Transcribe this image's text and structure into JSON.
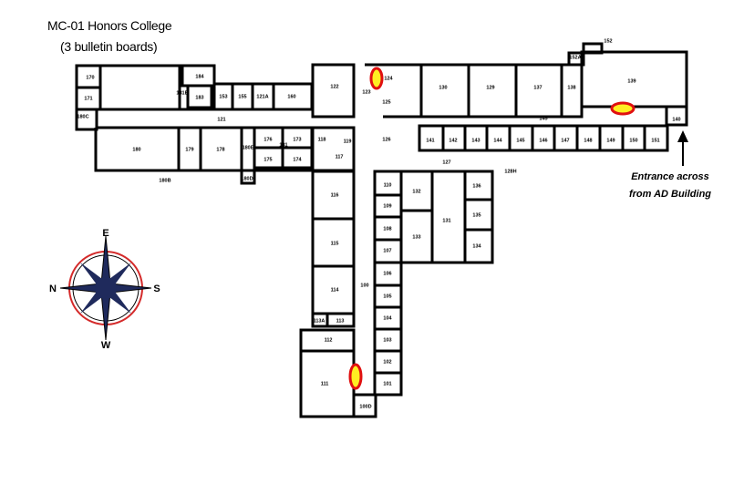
{
  "title": {
    "line1": "MC-01 Honors College",
    "line2": "(3 bulletin boards)"
  },
  "entrance_note": {
    "line1": "Entrance across",
    "line2": "from AD Building"
  },
  "compass": {
    "top": "E",
    "right": "S",
    "bottom": "W",
    "left": "N",
    "colors": {
      "star": "#1f2a5c",
      "ring": "#d42a2a",
      "outline": "#000000"
    }
  },
  "bulletin_board_colors": {
    "fill": "#ffee22",
    "stroke": "#e01010"
  },
  "bulletin_boards": [
    {
      "id": "bb-1",
      "near_room": "124"
    },
    {
      "id": "bb-2",
      "near_room": "139"
    },
    {
      "id": "bb-3",
      "near_room": "111"
    }
  ],
  "rooms": {
    "r170": "170",
    "r171": "171",
    "r184": "184",
    "r181b": "181B",
    "r183": "183",
    "r153": "153",
    "r155": "155",
    "r121a": "121A",
    "r160": "160",
    "r121": "121",
    "r180c": "180C",
    "r180": "180",
    "r179": "179",
    "r178": "178",
    "r180b": "180B",
    "r180e": "180E",
    "r176": "176",
    "r181": "181",
    "r175": "175",
    "r173": "173",
    "r174": "174",
    "r180d": "180D",
    "r122": "122",
    "r123": "123",
    "r124": "124",
    "r125": "125",
    "r126": "126",
    "r118": "118",
    "r119": "119",
    "r117": "117",
    "r130": "130",
    "r129": "129",
    "r137": "137",
    "r138": "138",
    "r139": "139",
    "r152": "152",
    "r152a": "152A",
    "r145": "145",
    "r140": "140",
    "r141": "141",
    "r142": "142",
    "r143": "143",
    "r144": "144",
    "r145b": "145",
    "r146": "146",
    "r147": "147",
    "r148": "148",
    "r149": "149",
    "r150": "150",
    "r151": "151",
    "r127": "127",
    "r128h": "128H",
    "r110": "110",
    "r109": "109",
    "r108": "108",
    "r107": "107",
    "r132": "132",
    "r133": "133",
    "r131": "131",
    "r135": "135",
    "r134": "134",
    "r116": "116",
    "r115": "115",
    "r114": "114",
    "r113a": "113A",
    "r113": "113",
    "r112": "112",
    "r111": "111",
    "r100": "100",
    "r106": "106",
    "r105": "105",
    "r104": "104",
    "r103": "103",
    "r102": "102",
    "r101": "101",
    "r100d": "100D"
  }
}
